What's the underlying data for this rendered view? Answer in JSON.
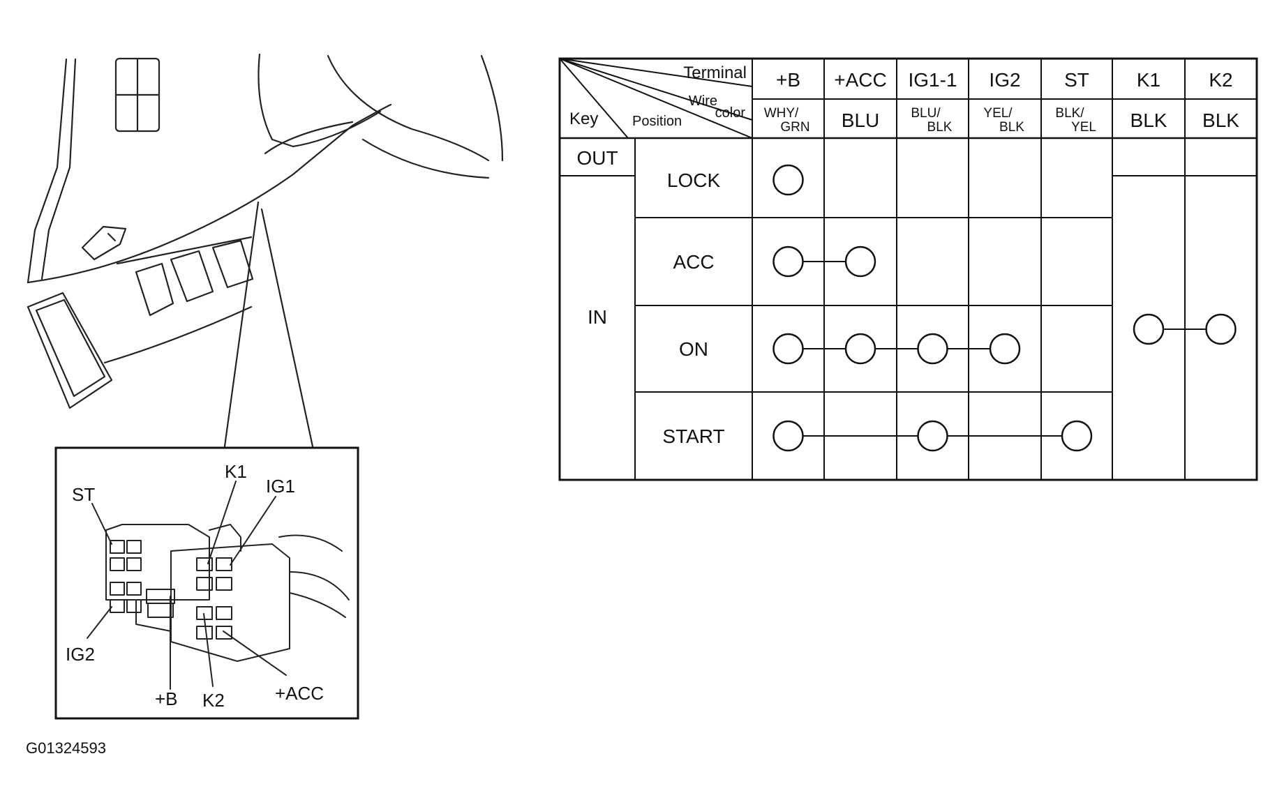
{
  "figure_id": "G01324593",
  "connector": {
    "labels": {
      "st": "ST",
      "k1": "K1",
      "ig1": "IG1",
      "ig2": "IG2",
      "b": "+B",
      "k2": "K2",
      "acc": "+ACC"
    }
  },
  "table": {
    "header": {
      "terminal": "Terminal",
      "wire": "Wire",
      "color": "color",
      "key": "Key",
      "position": "Position"
    },
    "terminals": [
      {
        "name": "+B",
        "wire": [
          "WHY/",
          "GRN"
        ],
        "wire_large": false
      },
      {
        "name": "+ACC",
        "wire": [
          "BLU"
        ],
        "wire_large": true
      },
      {
        "name": "IG1-1",
        "wire": [
          "BLU/",
          "BLK"
        ],
        "wire_large": false
      },
      {
        "name": "IG2",
        "wire": [
          "YEL/",
          "BLK"
        ],
        "wire_large": false
      },
      {
        "name": "ST",
        "wire": [
          "BLK/",
          "YEL"
        ],
        "wire_large": false
      },
      {
        "name": "K1",
        "wire": [
          "BLK"
        ],
        "wire_large": true
      },
      {
        "name": "K2",
        "wire": [
          "BLK"
        ],
        "wire_large": true
      }
    ],
    "keys": {
      "out": "OUT",
      "in": "IN"
    },
    "positions": [
      "LOCK",
      "ACC",
      "ON",
      "START"
    ],
    "continuity": {
      "LOCK": [
        [
          0
        ]
      ],
      "ACC": [
        [
          0,
          1
        ]
      ],
      "ON": [
        [
          0,
          1,
          2,
          3
        ]
      ],
      "START": [
        [
          0,
          2,
          4
        ]
      ],
      "IN": [
        [
          5,
          6
        ]
      ]
    }
  }
}
